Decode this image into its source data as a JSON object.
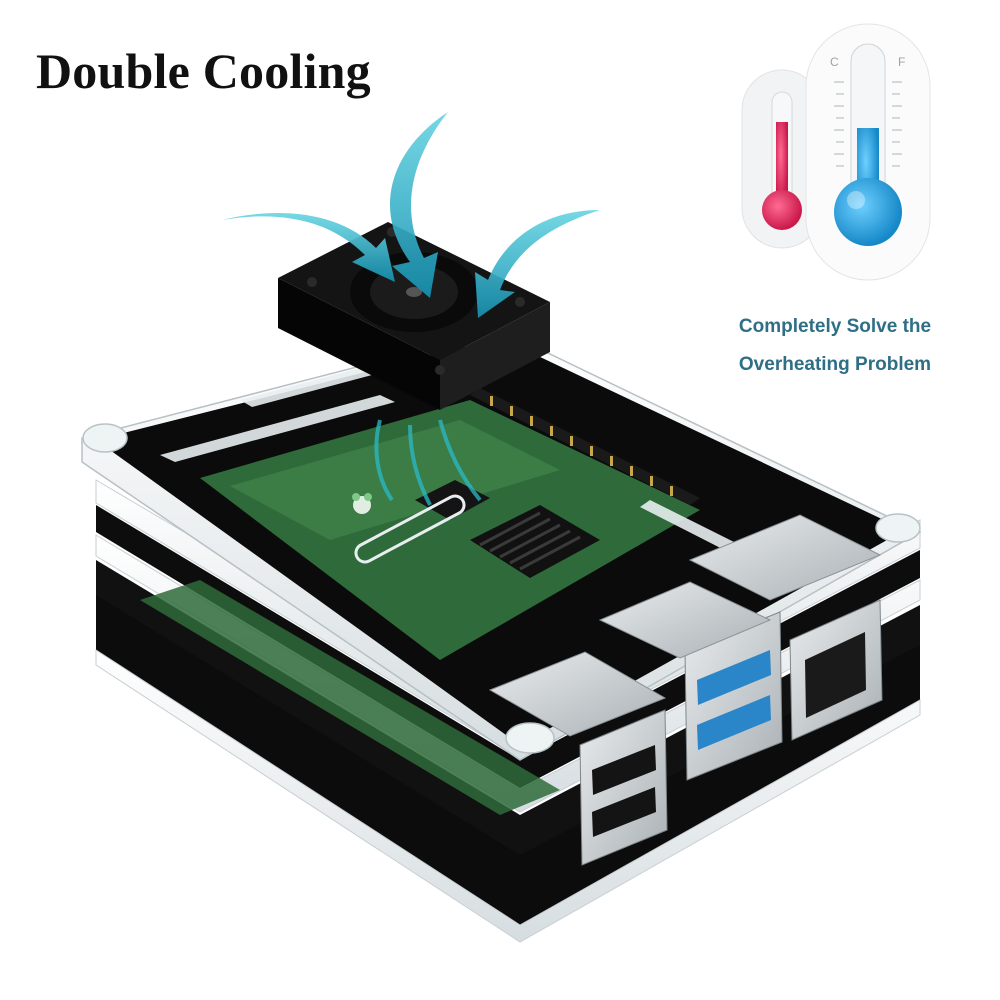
{
  "headline": "Double Cooling",
  "tagline": {
    "line1": "Completely Solve the",
    "line2": "Overheating Problem"
  },
  "thermometer": {
    "scale_c": "C",
    "scale_f": "F",
    "hot_color": "#e0245e",
    "cold_color": "#22a8e0"
  },
  "case": {
    "accent_colors": {
      "acrylic_black": "#0b0b0b",
      "acrylic_clear": "#eef3f4",
      "pcb_green": "#2f6b3a",
      "usb_blue": "#2a86c9",
      "airflow": "#2bb9c9"
    },
    "icons": [
      "fan-icon",
      "airflow-arrow-icon",
      "thermometer-icon",
      "raspberry-logo-icon"
    ]
  }
}
